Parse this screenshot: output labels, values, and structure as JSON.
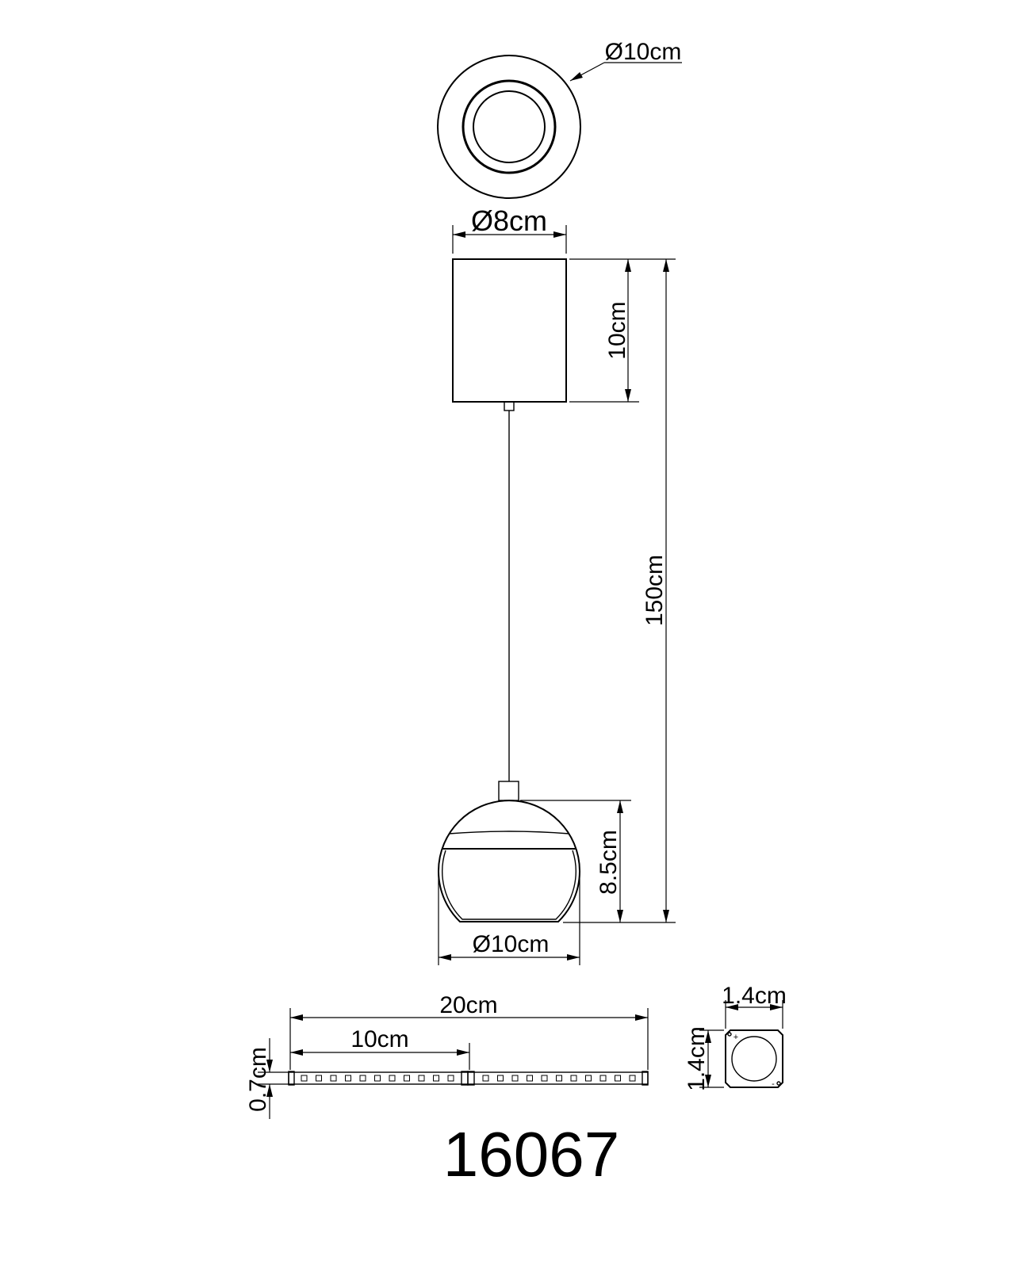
{
  "drawing": {
    "model_number": "16067",
    "canopy_top": {
      "diameter_label": "Ø10cm"
    },
    "canopy": {
      "diameter_label": "Ø8cm",
      "height_label": "10cm"
    },
    "overall_height_label": "150cm",
    "shade": {
      "height_label": "8.5cm",
      "diameter_label": "Ø10cm"
    },
    "led_strip": {
      "length_label": "20cm",
      "segment_label": "10cm",
      "thickness_label": "0.7cm"
    },
    "led_module": {
      "width_label": "1.4cm",
      "height_label": "1.4cm",
      "plus_mark": "+",
      "minus_mark": "-"
    }
  },
  "colors": {
    "line": "#000000",
    "background": "#ffffff"
  }
}
